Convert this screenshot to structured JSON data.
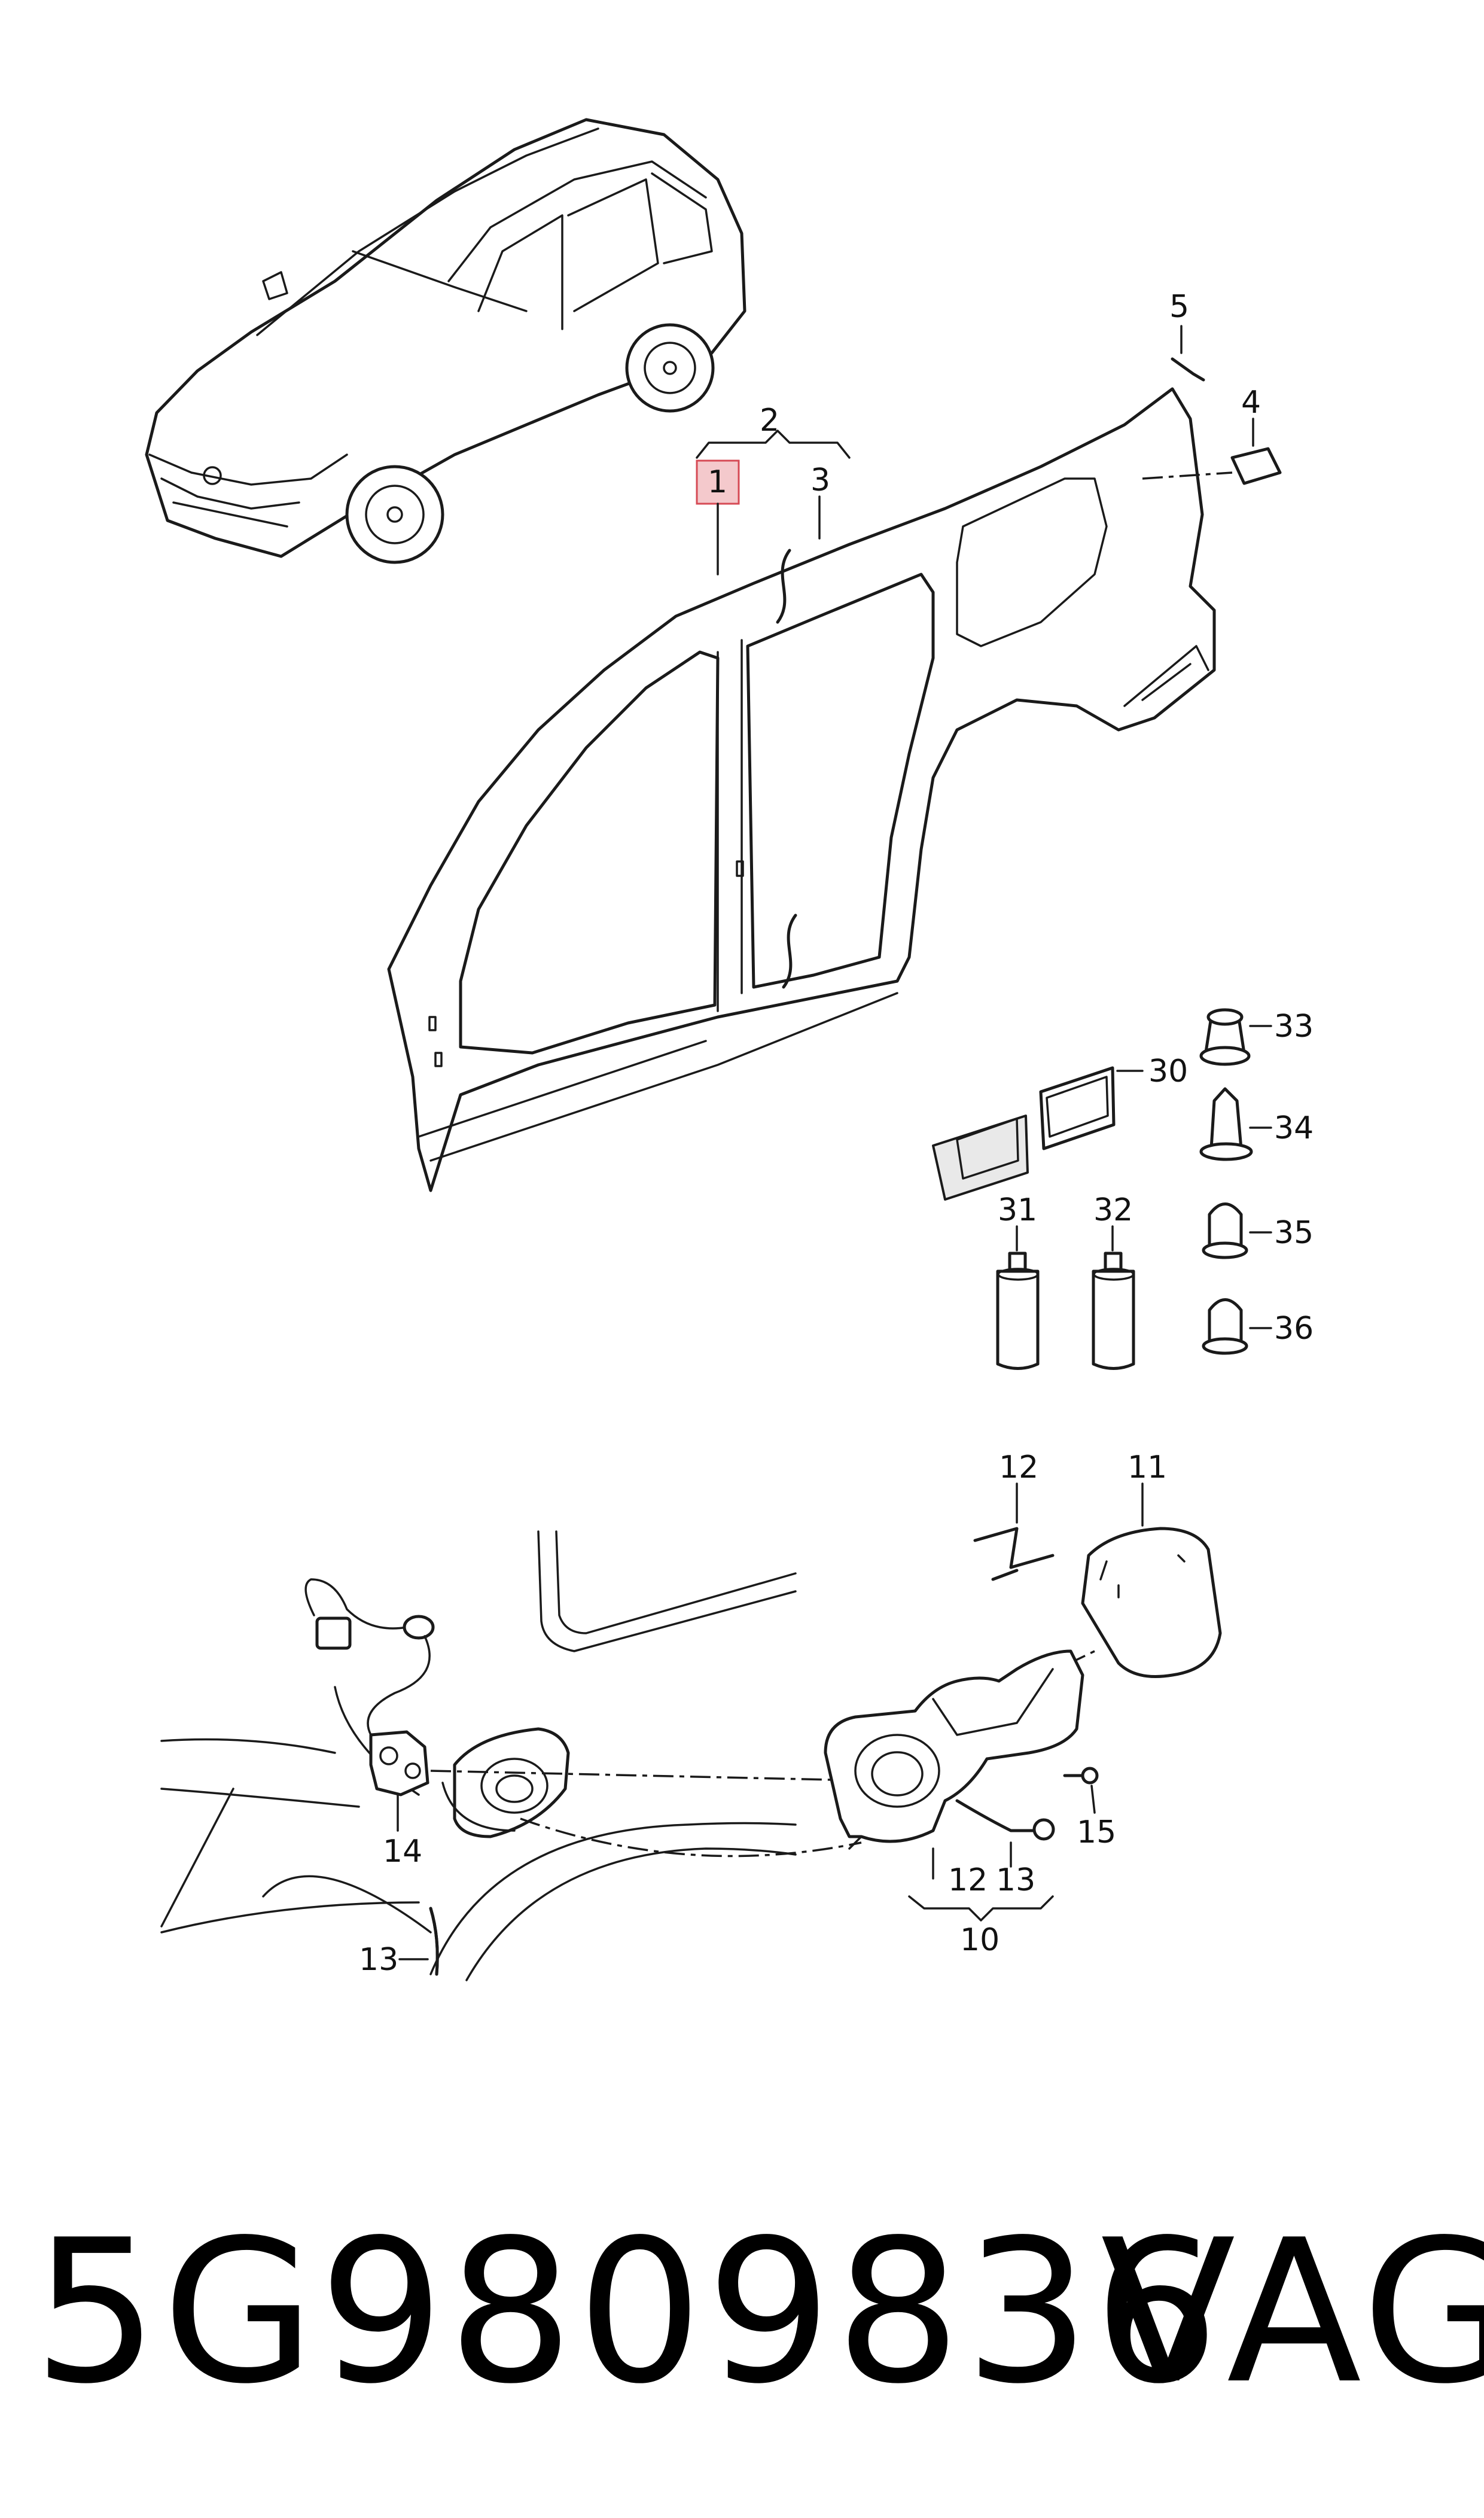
{
  "diagram": {
    "callouts": {
      "c1": "1",
      "c2": "2",
      "c3": "3",
      "c4": "4",
      "c5": "5",
      "c30": "30",
      "c31": "31",
      "c32": "32",
      "c33": "33",
      "c34": "34",
      "c35": "35",
      "c36": "36",
      "c11": "11",
      "c12a": "12",
      "c12b": "12",
      "c13a": "13",
      "c13b": "13",
      "c14": "14",
      "c15": "15",
      "c10": "10"
    },
    "highlight_color": "#f4c9cc",
    "highlight_border": "#d64a55"
  },
  "footer": {
    "part_number": "5G9809836",
    "brand": "VAG"
  }
}
